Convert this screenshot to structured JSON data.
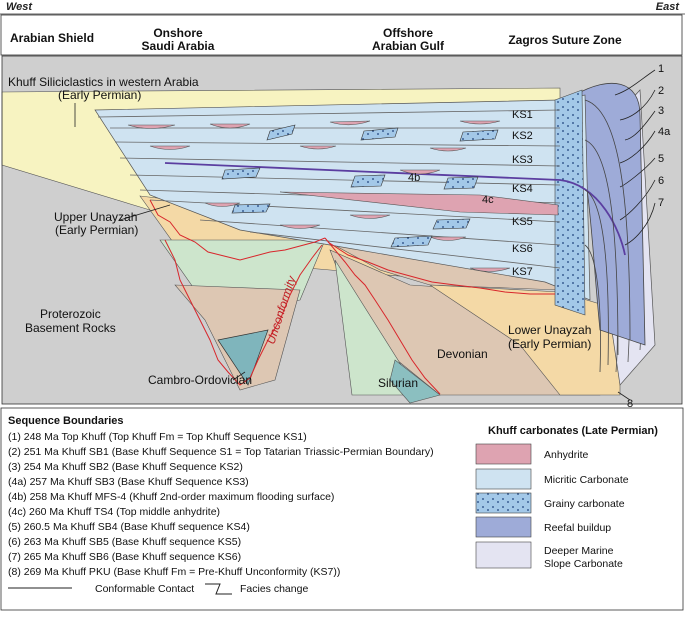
{
  "header": {
    "west": "West",
    "east": "East",
    "regions": [
      "Arabian Shield",
      "Onshore",
      "Saudi Arabia",
      "Offshore",
      "Arabian Gulf",
      "Zagros Suture Zone"
    ]
  },
  "labels": {
    "khuff_sil_1": "Khuff Siliciclastics in western Arabia",
    "khuff_sil_2": "(Early Permian)",
    "upper_unayzah_1": "Upper Unayzah",
    "upper_unayzah_2": "(Early Permian)",
    "proterozoic_1": "Proterozoic",
    "proterozoic_2": "Basement Rocks",
    "cambro": "Cambro-Ordovician",
    "unconformity": "Unconformity",
    "devonian": "Devonian",
    "silurian": "Silurian",
    "lower_unayzah_1": "Lower Unayzah",
    "lower_unayzah_2": "(Early Permian)"
  },
  "sequences": [
    "KS1",
    "KS2",
    "KS3",
    "KS4",
    "KS5",
    "KS6",
    "KS7"
  ],
  "surfaces": [
    "4b",
    "4c"
  ],
  "boundary_numbers": [
    "1",
    "2",
    "3",
    "4a",
    "5",
    "6",
    "7",
    "8"
  ],
  "sequence_boundaries": {
    "title": "Sequence Boundaries",
    "items": [
      "(1) 248 Ma Top Khuff (Top Khuff Fm = Top Khuff Sequence KS1)",
      "(2) 251 Ma Khuff SB1 (Base Khuff Sequence S1 = Top Tatarian Triassic-Permian Boundary)",
      "(3) 254 Ma Khuff SB2 (Base Khuff Sequence KS2)",
      "(4a) 257 Ma Khuff SB3 (Base Khuff Sequence KS3)",
      "(4b) 258 Ma Khuff MFS-4 (Khuff 2nd-order maximum flooding surface)",
      "(4c) 260 Ma Khuff TS4 (Top middle anhydrite)",
      "(5) 260.5 Ma Khuff SB4 (Base Khuff sequence KS4)",
      "(6) 263 Ma Khuff SB5 (Base Khuff sequence KS5)",
      "(7) 265 Ma Khuff SB6 (Base Khuff sequence KS6)",
      "(8) 269 Ma Khuff PKU (Base Khuff Fm = Pre-Khuff Unconformity (KS7))"
    ]
  },
  "contacts": {
    "conformable": "Conformable Contact",
    "facies": "Facies change"
  },
  "legend": {
    "title": "Khuff carbonates (Late Permian)",
    "items": [
      {
        "label": "Anhydrite",
        "color": "#dea3b1"
      },
      {
        "label": "Micritic Carbonate",
        "color": "#cfe3f1"
      },
      {
        "label": "Grainy carbonate",
        "color": "#a3c8e8"
      },
      {
        "label": "Reefal buildup",
        "color": "#9eabd8"
      },
      {
        "label": "Deeper Marine",
        "label2": "Slope Carbonate",
        "color": "#e4e4f2"
      }
    ]
  },
  "colors": {
    "basement": "#cfcfcf",
    "khuff_siliciclastic": "#f7f3c1",
    "unayzah": "#f4d9a6",
    "paleozoic_green": "#cde5cc",
    "paleozoic_tan": "#ddc7b3",
    "cambro": "#7fb5bc",
    "silurian": "#8bbfc0",
    "unconformity_red": "#d8262b",
    "mfs_purple": "#5b3ea0"
  }
}
